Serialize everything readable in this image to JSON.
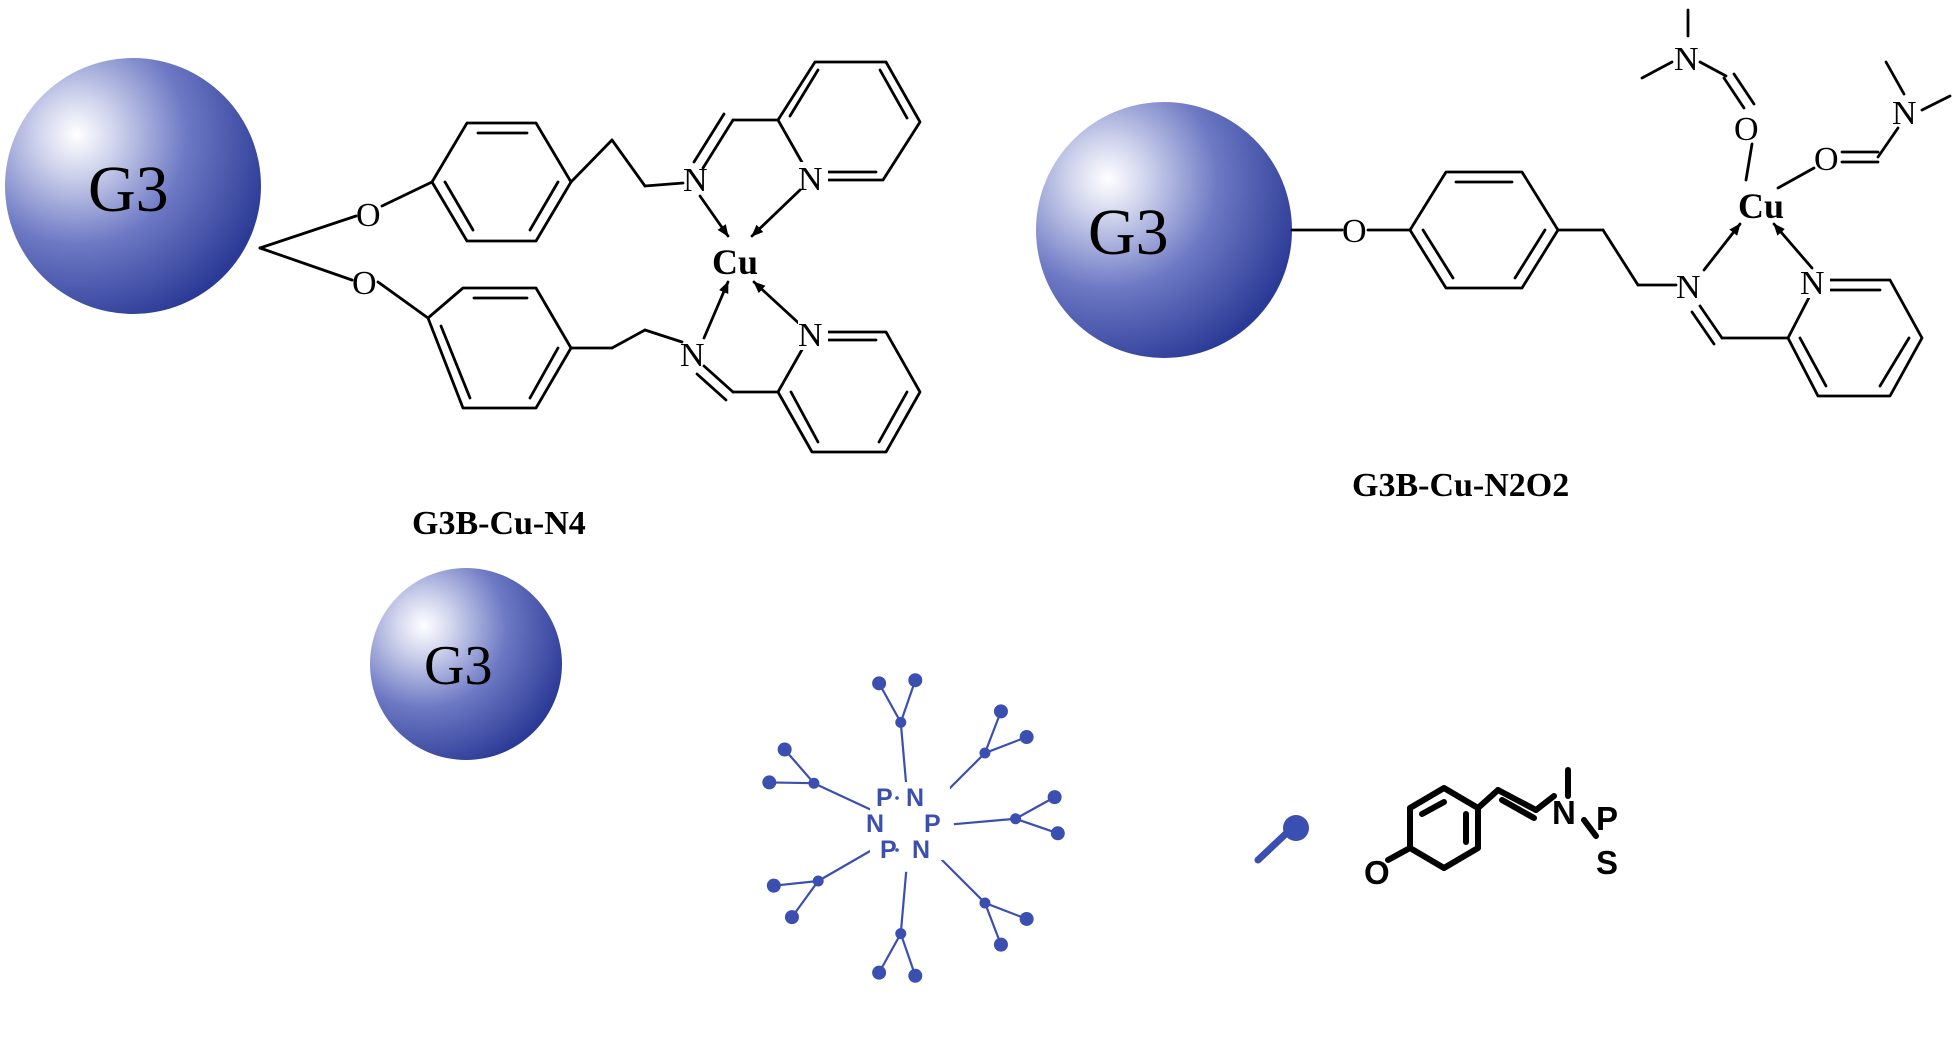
{
  "colors": {
    "sphere_dark": "#2b3a96",
    "sphere_light": "#ffffff",
    "dendrimer_blue": "#3b4fb0",
    "ink": "#000000"
  },
  "structures": {
    "n4": {
      "sphere_label": "G3",
      "caption": "G3B-Cu-N4",
      "atoms": {
        "o": "O",
        "n": "N",
        "cu": "Cu"
      }
    },
    "n2o2": {
      "sphere_label": "G3",
      "caption": "G3B-Cu-N2O2",
      "atoms": {
        "o": "O",
        "n": "N",
        "cu": "Cu"
      }
    }
  },
  "legend": {
    "sphere_label": "G3",
    "core_atoms": {
      "p": "P",
      "n": "N"
    },
    "branch_atoms": {
      "o": "O",
      "n": "N",
      "p": "P",
      "s": "S"
    }
  }
}
